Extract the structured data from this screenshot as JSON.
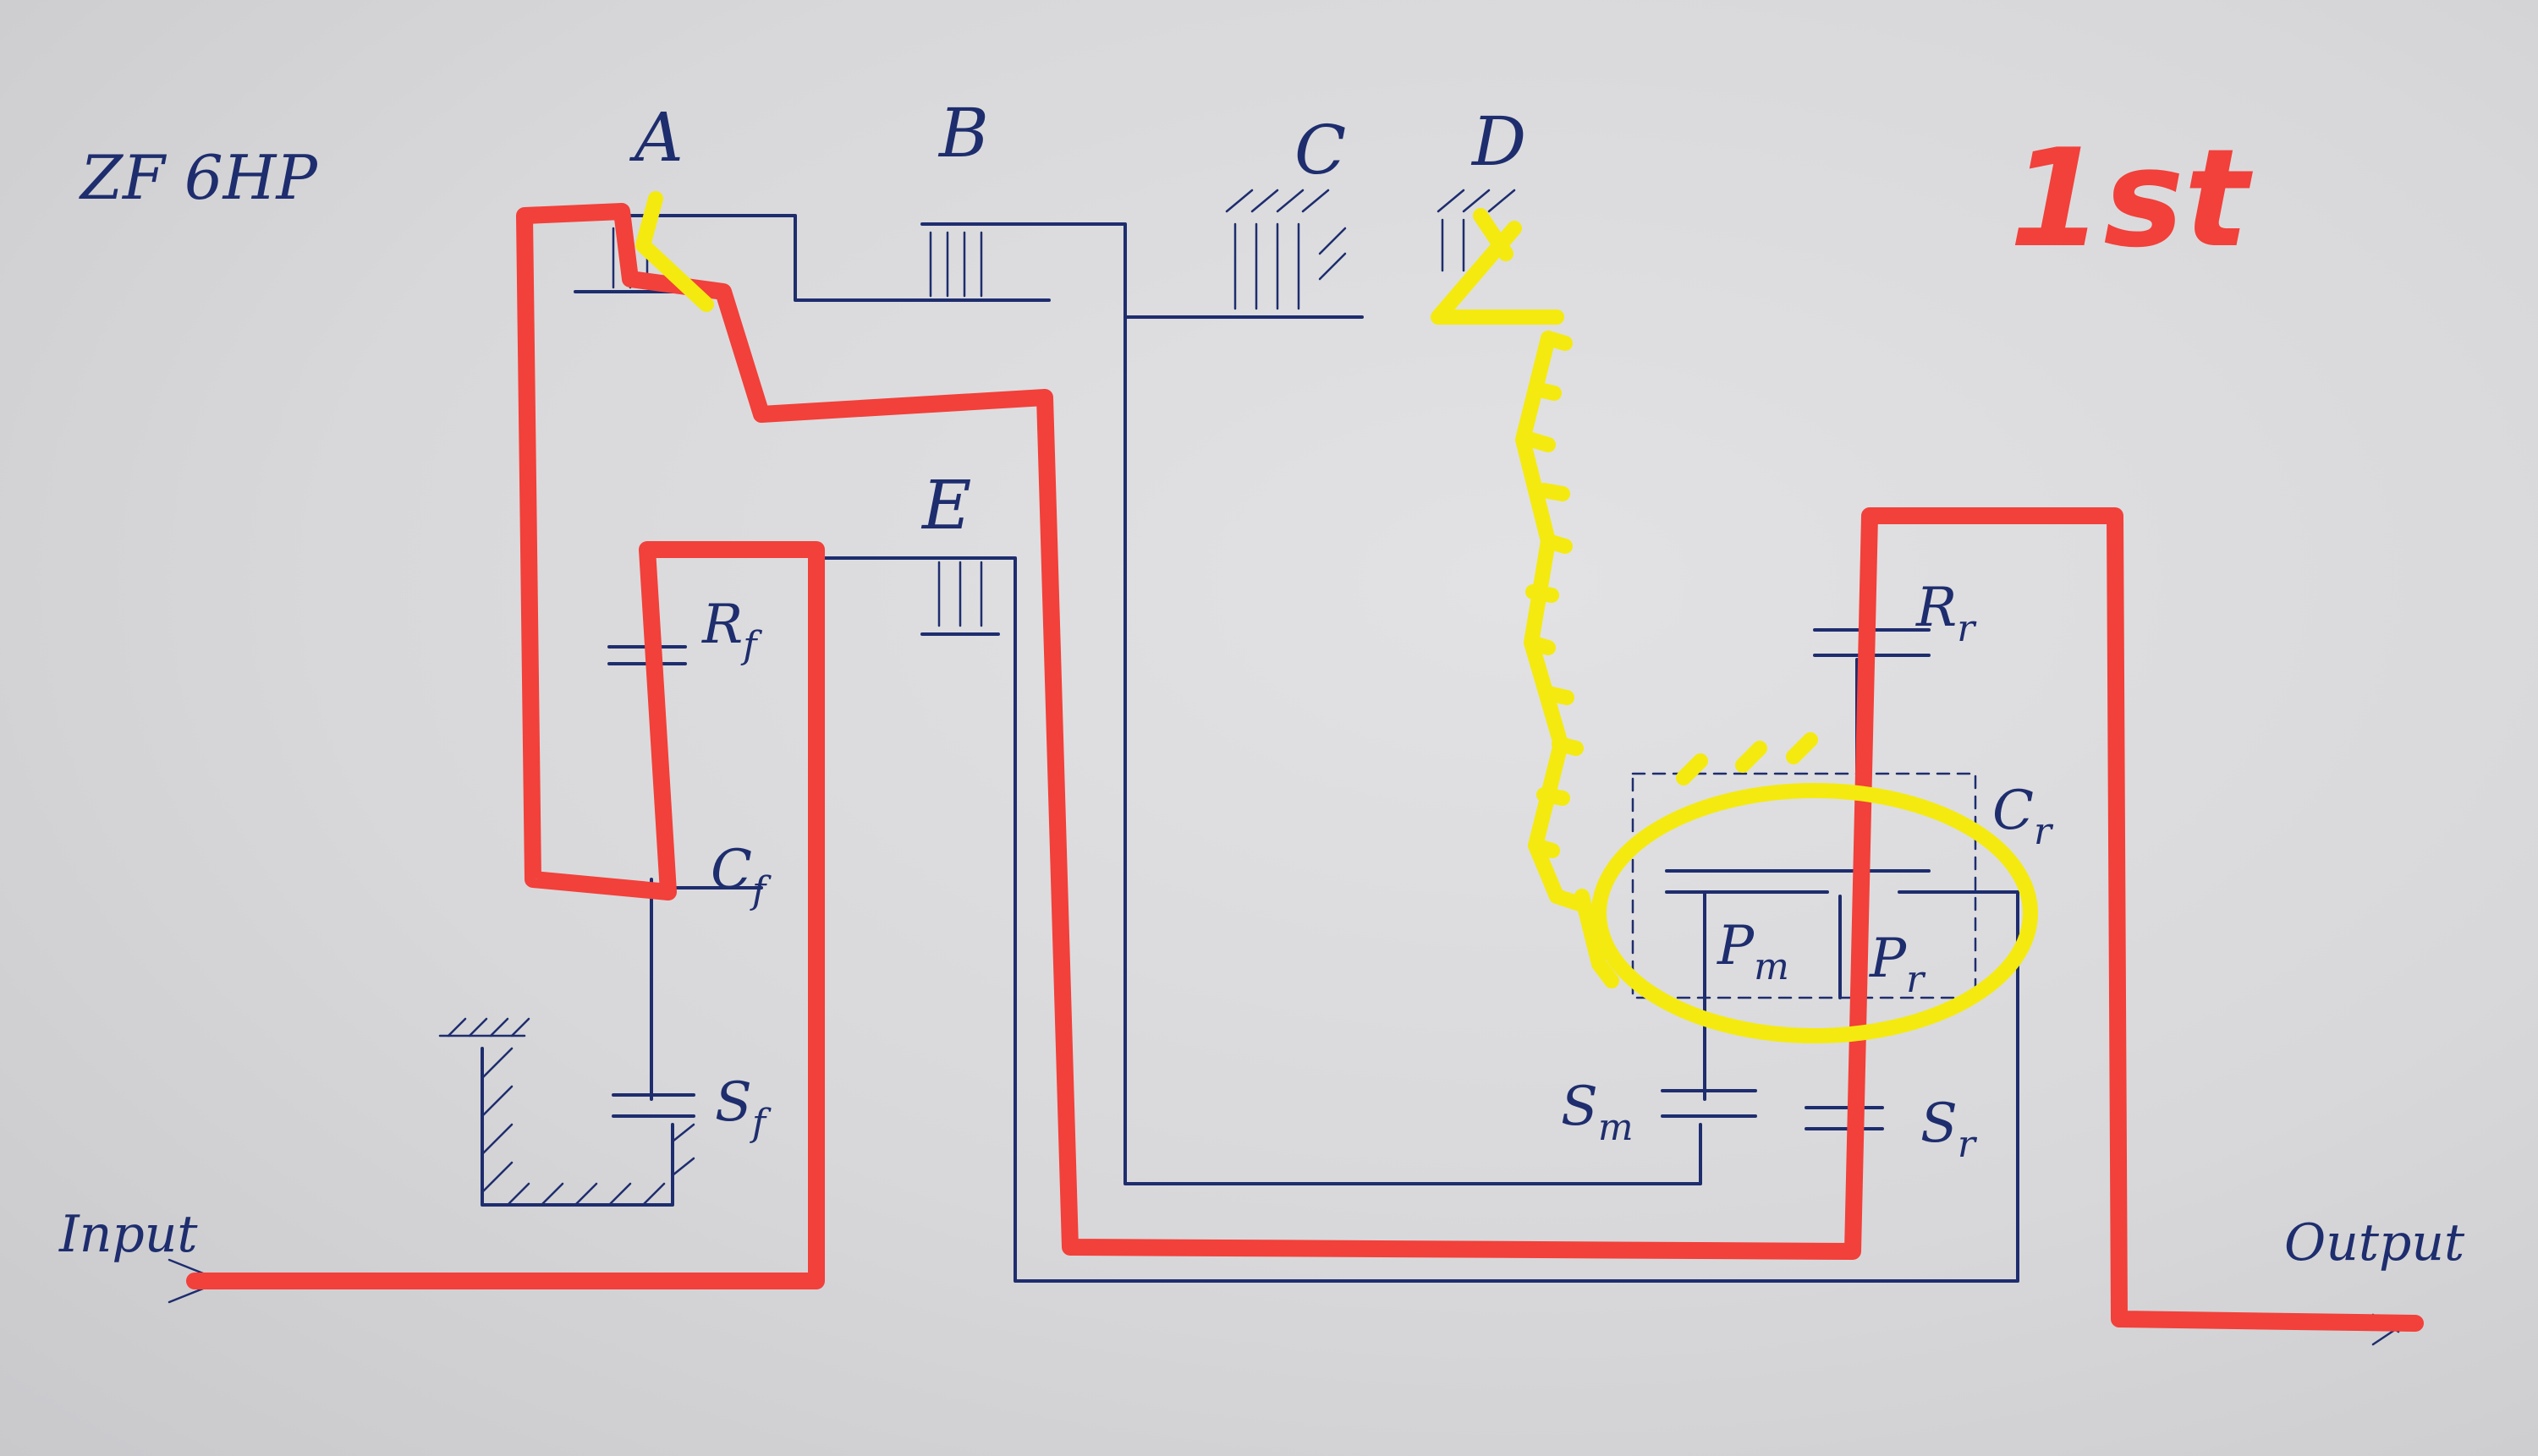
{
  "title": "ZF 6HP",
  "gear_label": "1st",
  "clutches": [
    "A",
    "B",
    "C",
    "D",
    "E"
  ],
  "front_set": {
    "ring": "R",
    "ring_sub": "f",
    "carrier": "C",
    "carrier_sub": "f",
    "sun": "S",
    "sun_sub": "f"
  },
  "rear_set": {
    "ring": "R",
    "ring_sub": "r",
    "carrier": "C",
    "carrier_sub": "r",
    "planet_main": "P",
    "planet_main_sub": "m",
    "planet_rear": "P",
    "planet_rear_sub": "r",
    "sun_main": "S",
    "sun_main_sub": "m",
    "sun_rear": "S",
    "sun_rear_sub": "r"
  },
  "input_label": "Input",
  "output_label": "Output",
  "colors": {
    "ink": "#1e2d6e",
    "power_path": "#f2403a",
    "reaction_path": "#f4ea10"
  }
}
